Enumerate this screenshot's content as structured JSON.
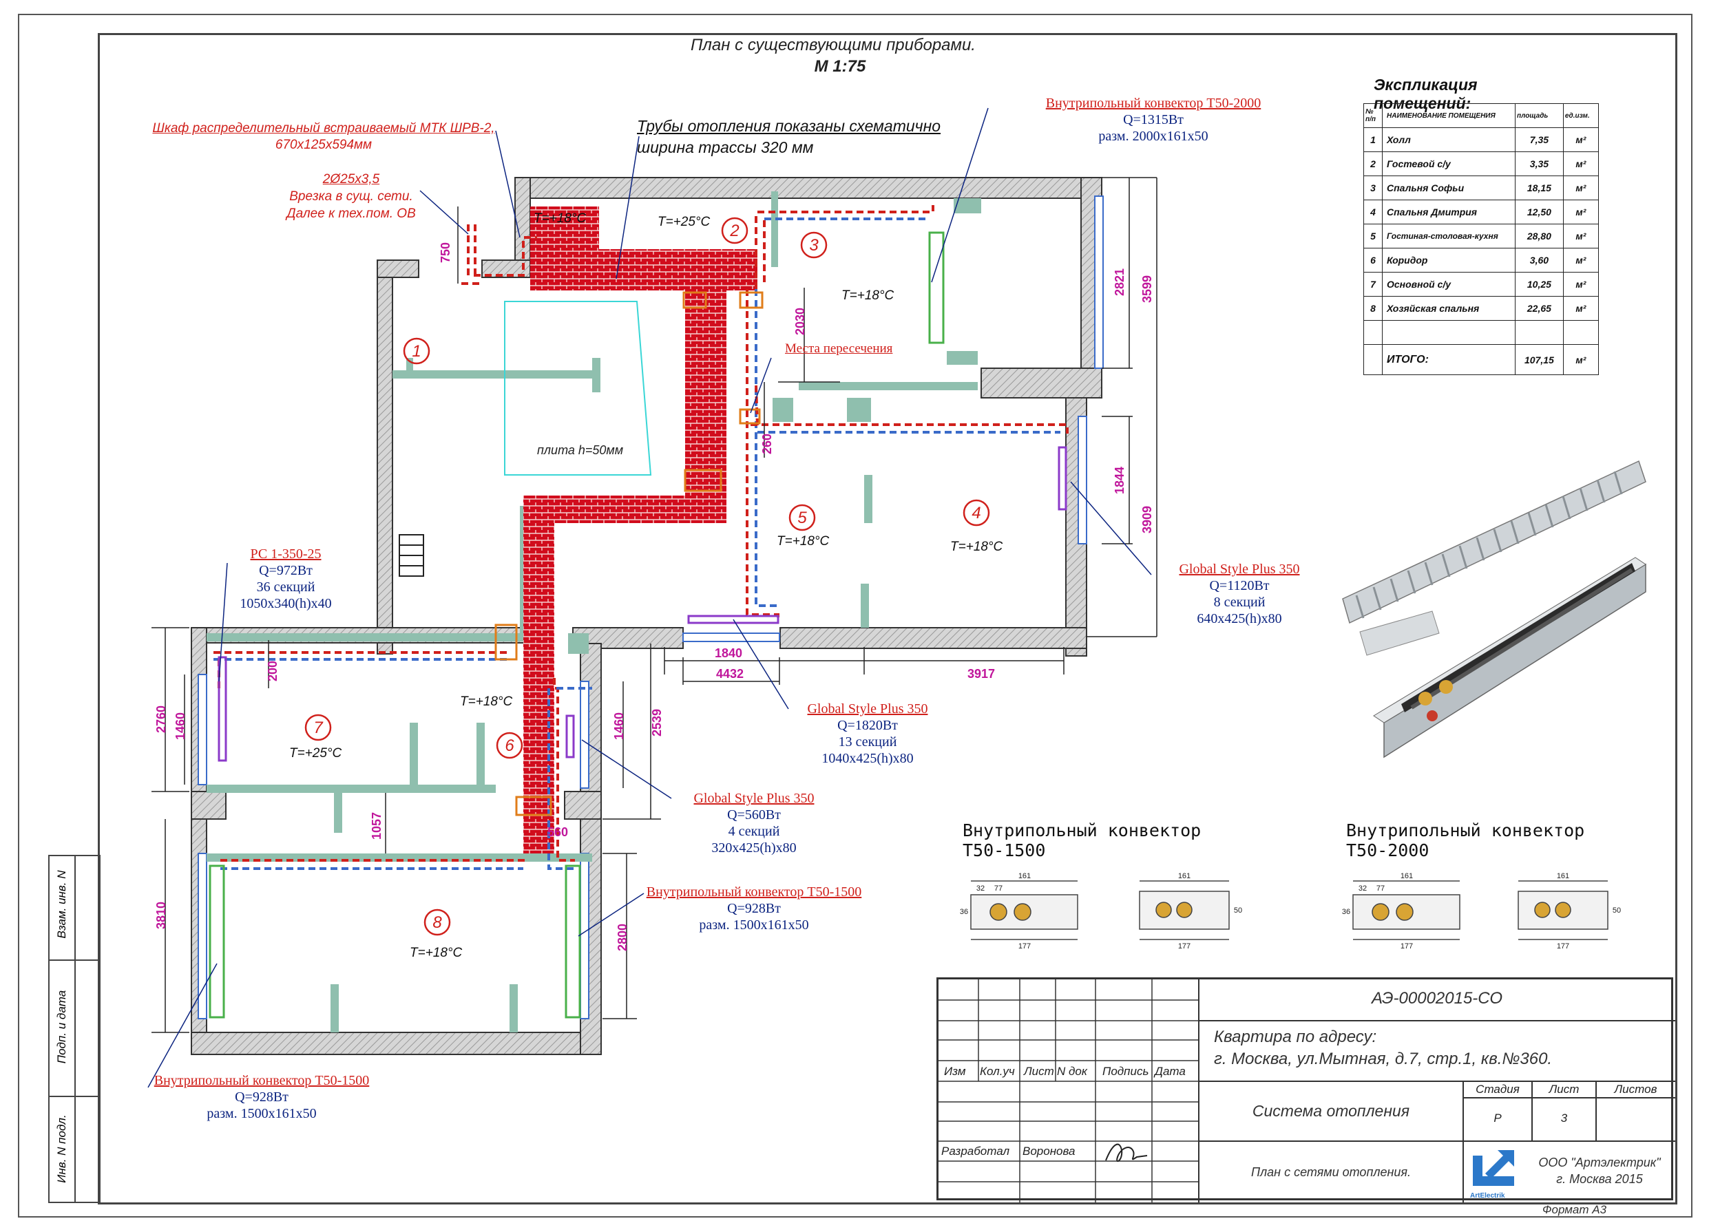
{
  "header": {
    "title": "План с существующими приборами.",
    "scale": "М  1:75"
  },
  "notes": {
    "cabinet_line1": "Шкаф распределительный встраиваемый МТК ШРВ-2,",
    "cabinet_line2": "670x125x594мм",
    "pipe_spec": "2Ø25x3,5",
    "tapin_line1": "Врезка в сущ. сети.",
    "tapin_line2": "Далее к тех.пом. ОВ",
    "pipes_schematic_line1": "Трубы отопления показаны схематично",
    "pipes_schematic_line2": "ширина трассы 320 мм",
    "crossings": "Места пересечения",
    "slab": "плита h=50мм"
  },
  "temperatures": {
    "t_hall_cl": "T=+18°C",
    "t_guest_wc": "T=+25°C",
    "t_sofia": "T=+18°C",
    "t_living": "T=+18°C",
    "t_dmitry": "T=+18°C",
    "t_corridor": "T=+18°C",
    "t_main_wc": "T=+25°C",
    "t_master": "T=+18°C"
  },
  "room_numbers": [
    "1",
    "2",
    "3",
    "4",
    "5",
    "6",
    "7",
    "8"
  ],
  "dimensions": {
    "d750": "750",
    "d2030": "2030",
    "d2821": "2821",
    "d3599": "3599",
    "d260": "260",
    "d1844": "1844",
    "d3909": "3909",
    "d200": "200",
    "d2760": "2760",
    "d1460a": "1460",
    "d1460b": "1460",
    "d2539": "2539",
    "d1840": "1840",
    "d4432": "4432",
    "d3917": "3917",
    "d1057": "1057",
    "d560": "560",
    "d3810": "3810",
    "d2800": "2800"
  },
  "devices": {
    "conv2000": {
      "name": "Внутрипольный конвектор Т50-2000",
      "q": "Q=1315Вт",
      "size": "разм. 2000x161x50"
    },
    "gsp_right": {
      "name": "Global Style Plus 350",
      "q": "Q=1120Вт",
      "sections": "8 секций",
      "size": "640x425(h)x80"
    },
    "rs": {
      "name": "РС 1-350-25",
      "q": "Q=972Вт",
      "sections": "36 секций",
      "size": "1050x340(h)x40"
    },
    "gsp_bottom": {
      "name": "Global Style Plus 350",
      "q": "Q=1820Вт",
      "sections": "13 секций",
      "size": "1040x425(h)x80"
    },
    "gsp_small": {
      "name": "Global Style Plus 350",
      "q": "Q=560Вт",
      "sections": "4 секций",
      "size": "320x425(h)x80"
    },
    "conv1500_right": {
      "name": "Внутрипольный конвектор Т50-1500",
      "q": "Q=928Вт",
      "size": "разм. 1500x161x50"
    },
    "conv1500_left": {
      "name": "Внутрипольный конвектор Т50-1500",
      "q": "Q=928Вт",
      "size": "разм. 1500x161x50"
    }
  },
  "explication": {
    "title": "Экспликация помещений:",
    "headers": [
      "№ п/п",
      "НАИМЕНОВАНИЕ ПОМЕЩЕНИЯ",
      "площадь",
      "ед.изм."
    ],
    "rows": [
      [
        "1",
        "Холл",
        "7,35",
        "м²"
      ],
      [
        "2",
        "Гостевой с/у",
        "3,35",
        "м²"
      ],
      [
        "3",
        "Спальня Софьи",
        "18,15",
        "м²"
      ],
      [
        "4",
        "Спальня Дмитрия",
        "12,50",
        "м²"
      ],
      [
        "5",
        "Гостиная-столовая-кухня",
        "28,80",
        "м²"
      ],
      [
        "6",
        "Коридор",
        "3,60",
        "м²"
      ],
      [
        "7",
        "Основной с/у",
        "10,25",
        "м²"
      ],
      [
        "8",
        "Хозяйская спальня",
        "22,65",
        "м²"
      ]
    ],
    "total_label": "ИТОГО:",
    "total_value": "107,15",
    "total_unit": "м²"
  },
  "product_captions": {
    "c1500": "Внутрипольный конвектор Т50-1500",
    "c2000": "Внутрипольный конвектор Т50-2000"
  },
  "product_dims": {
    "d161": "161",
    "d177": "177",
    "d77": "77",
    "d32": "32",
    "d50": "50",
    "d36": "36"
  },
  "titleblock": {
    "code": "АЭ-00002015-СО",
    "address_line1": "Квартира по адресу:",
    "address_line2": "г. Москва, ул.Мытная, д.7, стр.1, кв.№360.",
    "col_izm": "Изм",
    "col_kolu": "Кол.уч",
    "col_list": "Лист",
    "col_ndok": "N док",
    "col_podpis": "Подпись",
    "col_data": "Дата",
    "system": "Система отопления",
    "stage_label": "Стадия",
    "sheet_label": "Лист",
    "sheets_label": "Листов",
    "stage_value": "Р",
    "sheet_value": "3",
    "developed_label": "Разработал",
    "developer": "Воронова",
    "sheet_title": "План с сетями отопления.",
    "company_line1": "ООО \"Артэлектрик\"",
    "company_line2": "г. Москва 2015",
    "logo_text": "ArtElectrik",
    "format": "Формат А3"
  },
  "sidebar": {
    "vzam": "Взам. инв. N",
    "podp": "Подп. и дата",
    "inv": "Инв. N подл."
  }
}
